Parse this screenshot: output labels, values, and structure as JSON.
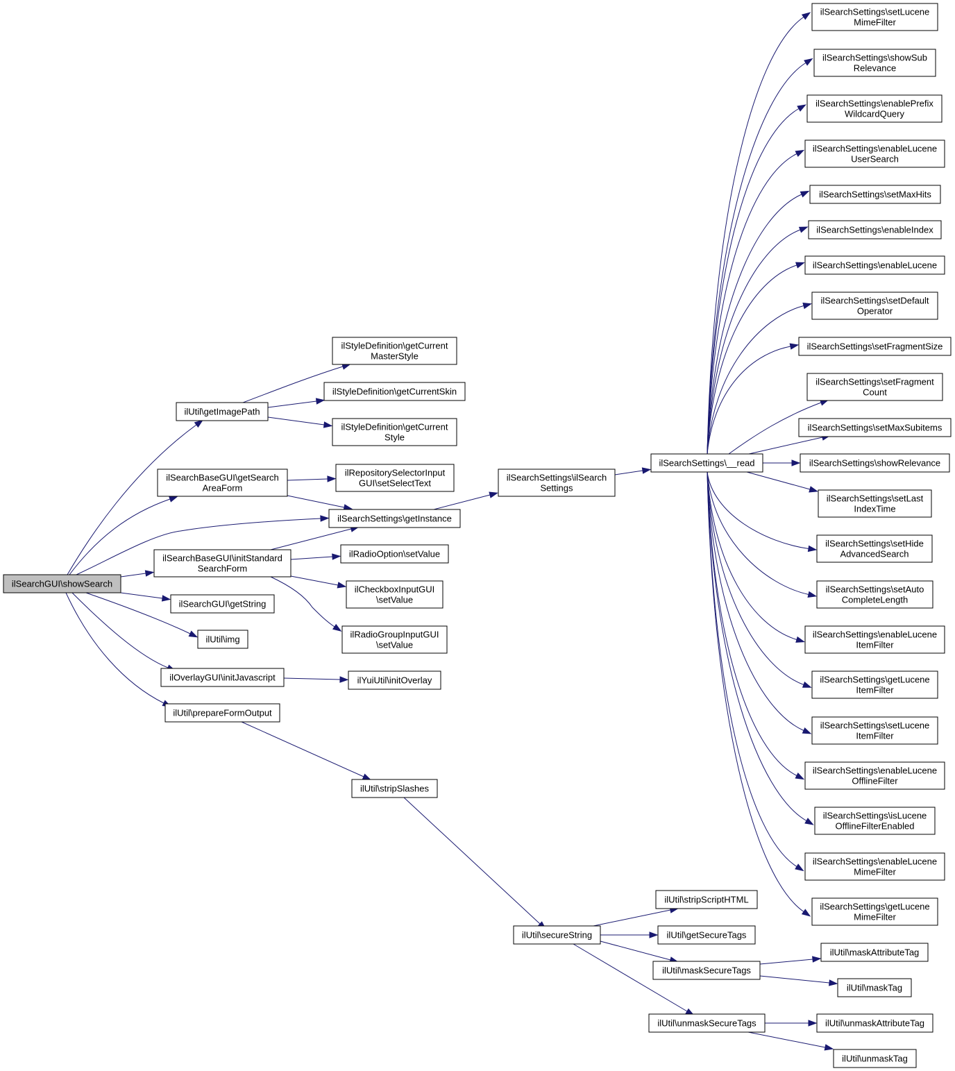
{
  "colors": {
    "edge": "#191970",
    "node_fill": "#ffffff",
    "root_fill": "#bfbfbf",
    "border": "#000000"
  },
  "nodes": [
    {
      "id": "root",
      "lines": [
        "ilSearchGUI\\showSearch"
      ]
    },
    {
      "id": "getImagePath",
      "lines": [
        "ilUtil\\getImagePath"
      ]
    },
    {
      "id": "getSearchAreaForm",
      "lines": [
        "ilSearchBaseGUI\\getSearch",
        "AreaForm"
      ]
    },
    {
      "id": "getInstance",
      "lines": [
        "ilSearchSettings\\getInstance"
      ]
    },
    {
      "id": "initStandardSearchForm",
      "lines": [
        "ilSearchBaseGUI\\initStandard",
        "SearchForm"
      ]
    },
    {
      "id": "getString",
      "lines": [
        "ilSearchGUI\\getString"
      ]
    },
    {
      "id": "img",
      "lines": [
        "ilUtil\\img"
      ]
    },
    {
      "id": "initJavascript",
      "lines": [
        "ilOverlayGUI\\initJavascript"
      ]
    },
    {
      "id": "prepareFormOutput",
      "lines": [
        "ilUtil\\prepareFormOutput"
      ]
    },
    {
      "id": "getCurrentMasterStyle",
      "lines": [
        "ilStyleDefinition\\getCurrent",
        "MasterStyle"
      ]
    },
    {
      "id": "getCurrentSkin",
      "lines": [
        "ilStyleDefinition\\getCurrentSkin"
      ]
    },
    {
      "id": "getCurrentStyle",
      "lines": [
        "ilStyleDefinition\\getCurrent",
        "Style"
      ]
    },
    {
      "id": "setSelectText",
      "lines": [
        "ilRepositorySelectorInput",
        "GUI\\setSelectText"
      ]
    },
    {
      "id": "radioSetValue",
      "lines": [
        "ilRadioOption\\setValue"
      ]
    },
    {
      "id": "checkboxSetValue",
      "lines": [
        "ilCheckboxInputGUI",
        "\\setValue"
      ]
    },
    {
      "id": "radioGroupSetValue",
      "lines": [
        "ilRadioGroupInputGUI",
        "\\setValue"
      ]
    },
    {
      "id": "initOverlay",
      "lines": [
        "ilYuiUtil\\initOverlay"
      ]
    },
    {
      "id": "stripSlashes",
      "lines": [
        "ilUtil\\stripSlashes"
      ]
    },
    {
      "id": "ctor",
      "lines": [
        "ilSearchSettings\\ilSearch",
        "Settings"
      ]
    },
    {
      "id": "read",
      "lines": [
        "ilSearchSettings\\__read"
      ]
    },
    {
      "id": "setLuceneMimeFilter",
      "lines": [
        "ilSearchSettings\\setLucene",
        "MimeFilter"
      ]
    },
    {
      "id": "showSubRelevance",
      "lines": [
        "ilSearchSettings\\showSub",
        "Relevance"
      ]
    },
    {
      "id": "enablePrefixWildcardQuery",
      "lines": [
        "ilSearchSettings\\enablePrefix",
        "WildcardQuery"
      ]
    },
    {
      "id": "enableLuceneUserSearch",
      "lines": [
        "ilSearchSettings\\enableLucene",
        "UserSearch"
      ]
    },
    {
      "id": "setMaxHits",
      "lines": [
        "ilSearchSettings\\setMaxHits"
      ]
    },
    {
      "id": "enableIndex",
      "lines": [
        "ilSearchSettings\\enableIndex"
      ]
    },
    {
      "id": "enableLucene",
      "lines": [
        "ilSearchSettings\\enableLucene"
      ]
    },
    {
      "id": "setDefaultOperator",
      "lines": [
        "ilSearchSettings\\setDefault",
        "Operator"
      ]
    },
    {
      "id": "setFragmentSize",
      "lines": [
        "ilSearchSettings\\setFragmentSize"
      ]
    },
    {
      "id": "setFragmentCount",
      "lines": [
        "ilSearchSettings\\setFragment",
        "Count"
      ]
    },
    {
      "id": "setMaxSubitems",
      "lines": [
        "ilSearchSettings\\setMaxSubitems"
      ]
    },
    {
      "id": "showRelevance",
      "lines": [
        "ilSearchSettings\\showRelevance"
      ]
    },
    {
      "id": "setLastIndexTime",
      "lines": [
        "ilSearchSettings\\setLast",
        "IndexTime"
      ]
    },
    {
      "id": "setHideAdvancedSearch",
      "lines": [
        "ilSearchSettings\\setHide",
        "AdvancedSearch"
      ]
    },
    {
      "id": "setAutoCompleteLength",
      "lines": [
        "ilSearchSettings\\setAuto",
        "CompleteLength"
      ]
    },
    {
      "id": "enableLuceneItemFilter",
      "lines": [
        "ilSearchSettings\\enableLucene",
        "ItemFilter"
      ]
    },
    {
      "id": "getLuceneItemFilter",
      "lines": [
        "ilSearchSettings\\getLucene",
        "ItemFilter"
      ]
    },
    {
      "id": "setLuceneItemFilter",
      "lines": [
        "ilSearchSettings\\setLucene",
        "ItemFilter"
      ]
    },
    {
      "id": "enableLuceneOfflineFilter",
      "lines": [
        "ilSearchSettings\\enableLucene",
        "OfflineFilter"
      ]
    },
    {
      "id": "isLuceneOfflineFilterEnabled",
      "lines": [
        "ilSearchSettings\\isLucene",
        "OfflineFilterEnabled"
      ]
    },
    {
      "id": "enableLuceneMimeFilter",
      "lines": [
        "ilSearchSettings\\enableLucene",
        "MimeFilter"
      ]
    },
    {
      "id": "getLuceneMimeFilter",
      "lines": [
        "ilSearchSettings\\getLucene",
        "MimeFilter"
      ]
    },
    {
      "id": "secureString",
      "lines": [
        "ilUtil\\secureString"
      ]
    },
    {
      "id": "stripScriptHTML",
      "lines": [
        "ilUtil\\stripScriptHTML"
      ]
    },
    {
      "id": "getSecureTags",
      "lines": [
        "ilUtil\\getSecureTags"
      ]
    },
    {
      "id": "maskSecureTags",
      "lines": [
        "ilUtil\\maskSecureTags"
      ]
    },
    {
      "id": "unmaskSecureTags",
      "lines": [
        "ilUtil\\unmaskSecureTags"
      ]
    },
    {
      "id": "maskAttributeTag",
      "lines": [
        "ilUtil\\maskAttributeTag"
      ]
    },
    {
      "id": "maskTag",
      "lines": [
        "ilUtil\\maskTag"
      ]
    },
    {
      "id": "unmaskAttributeTag",
      "lines": [
        "ilUtil\\unmaskAttributeTag"
      ]
    },
    {
      "id": "unmaskTag",
      "lines": [
        "ilUtil\\unmaskTag"
      ]
    }
  ],
  "edges": [
    [
      "root",
      "getImagePath"
    ],
    [
      "root",
      "getSearchAreaForm"
    ],
    [
      "root",
      "getInstance"
    ],
    [
      "root",
      "initStandardSearchForm"
    ],
    [
      "root",
      "getString"
    ],
    [
      "root",
      "img"
    ],
    [
      "root",
      "initJavascript"
    ],
    [
      "root",
      "prepareFormOutput"
    ],
    [
      "getImagePath",
      "getCurrentMasterStyle"
    ],
    [
      "getImagePath",
      "getCurrentSkin"
    ],
    [
      "getImagePath",
      "getCurrentStyle"
    ],
    [
      "getSearchAreaForm",
      "setSelectText"
    ],
    [
      "getSearchAreaForm",
      "getInstance"
    ],
    [
      "initStandardSearchForm",
      "getInstance"
    ],
    [
      "initStandardSearchForm",
      "radioSetValue"
    ],
    [
      "initStandardSearchForm",
      "checkboxSetValue"
    ],
    [
      "initStandardSearchForm",
      "radioGroupSetValue"
    ],
    [
      "initJavascript",
      "initOverlay"
    ],
    [
      "prepareFormOutput",
      "stripSlashes"
    ],
    [
      "getInstance",
      "ctor"
    ],
    [
      "ctor",
      "read"
    ],
    [
      "read",
      "setLuceneMimeFilter"
    ],
    [
      "read",
      "showSubRelevance"
    ],
    [
      "read",
      "enablePrefixWildcardQuery"
    ],
    [
      "read",
      "enableLuceneUserSearch"
    ],
    [
      "read",
      "setMaxHits"
    ],
    [
      "read",
      "enableIndex"
    ],
    [
      "read",
      "enableLucene"
    ],
    [
      "read",
      "setDefaultOperator"
    ],
    [
      "read",
      "setFragmentSize"
    ],
    [
      "read",
      "setFragmentCount"
    ],
    [
      "read",
      "setMaxSubitems"
    ],
    [
      "read",
      "showRelevance"
    ],
    [
      "read",
      "setLastIndexTime"
    ],
    [
      "read",
      "setHideAdvancedSearch"
    ],
    [
      "read",
      "setAutoCompleteLength"
    ],
    [
      "read",
      "enableLuceneItemFilter"
    ],
    [
      "read",
      "getLuceneItemFilter"
    ],
    [
      "read",
      "setLuceneItemFilter"
    ],
    [
      "read",
      "enableLuceneOfflineFilter"
    ],
    [
      "read",
      "isLuceneOfflineFilterEnabled"
    ],
    [
      "read",
      "enableLuceneMimeFilter"
    ],
    [
      "read",
      "getLuceneMimeFilter"
    ],
    [
      "stripSlashes",
      "secureString"
    ],
    [
      "secureString",
      "stripScriptHTML"
    ],
    [
      "secureString",
      "getSecureTags"
    ],
    [
      "secureString",
      "maskSecureTags"
    ],
    [
      "secureString",
      "unmaskSecureTags"
    ],
    [
      "maskSecureTags",
      "maskAttributeTag"
    ],
    [
      "maskSecureTags",
      "maskTag"
    ],
    [
      "unmaskSecureTags",
      "unmaskAttributeTag"
    ],
    [
      "unmaskSecureTags",
      "unmaskTag"
    ]
  ]
}
